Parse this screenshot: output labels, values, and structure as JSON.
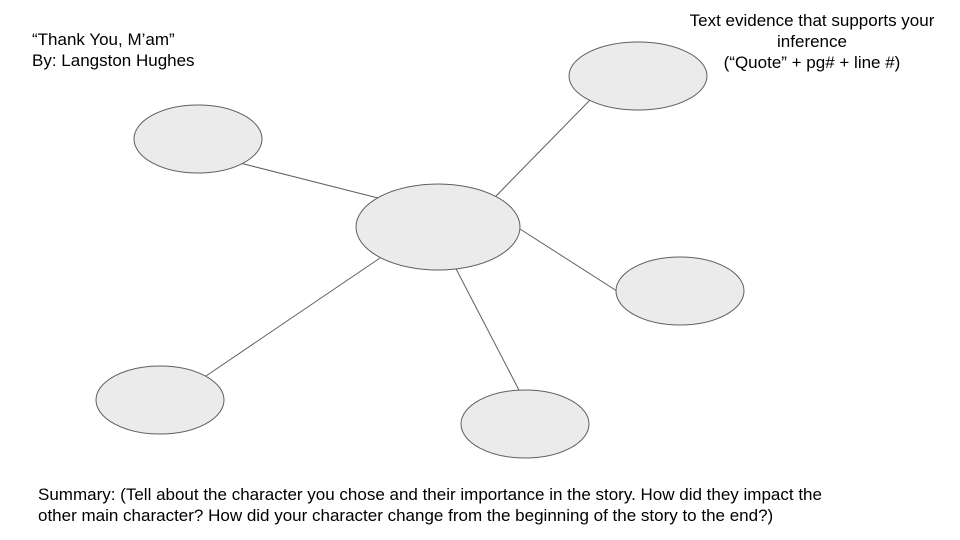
{
  "title": {
    "line1": "“Thank You, M’am”",
    "line2": "By: Langston Hughes"
  },
  "evidence_note": {
    "line1": "Text evidence that supports your",
    "line2": "inference",
    "line3": "(“Quote” + pg# + line #)"
  },
  "summary": {
    "line1": "Summary: (Tell about the character you chose and their importance in the story. How did they impact the",
    "line2": "other main character? How did your character change from the beginning of the story to the end?)"
  },
  "colors": {
    "bubble_fill": "#ebebeb",
    "bubble_stroke": "#5f5f5f",
    "connector": "#5f5f5f"
  }
}
